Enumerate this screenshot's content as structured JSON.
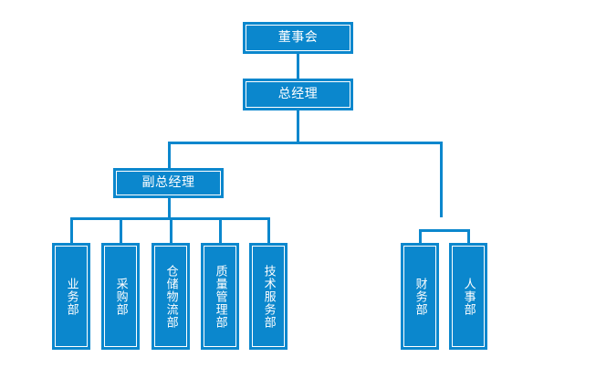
{
  "diagram": {
    "type": "organization-chart",
    "title": "",
    "accent_color": "#0b87cd",
    "box_fill": "#0b87cd",
    "box_inner_border": "#ffffff",
    "background": "#ffffff",
    "text_color": "#ffffff",
    "nodes": {
      "board": {
        "label": "董事会",
        "orientation": "horizontal"
      },
      "general_manager": {
        "label": "总经理",
        "orientation": "horizontal"
      },
      "deputy_general_manager": {
        "label": "副总经理",
        "orientation": "horizontal"
      },
      "business_dept": {
        "label": "业务部",
        "orientation": "vertical"
      },
      "purchasing_dept": {
        "label": "采购部",
        "orientation": "vertical"
      },
      "warehouse_logistics_dept": {
        "label": "仓储物流部",
        "orientation": "vertical"
      },
      "quality_management_dept": {
        "label": "质量管理部",
        "orientation": "vertical"
      },
      "technical_service_dept": {
        "label": "技术服务部",
        "orientation": "vertical"
      },
      "finance_dept": {
        "label": "财务部",
        "orientation": "vertical"
      },
      "hr_dept": {
        "label": "人事部",
        "orientation": "vertical"
      }
    },
    "hierarchy": [
      {
        "parent": "board",
        "children": [
          "general_manager"
        ]
      },
      {
        "parent": "general_manager",
        "children": [
          "deputy_general_manager",
          "finance_dept",
          "hr_dept"
        ]
      },
      {
        "parent": "deputy_general_manager",
        "children": [
          "business_dept",
          "purchasing_dept",
          "warehouse_logistics_dept",
          "quality_management_dept",
          "technical_service_dept"
        ]
      }
    ]
  }
}
